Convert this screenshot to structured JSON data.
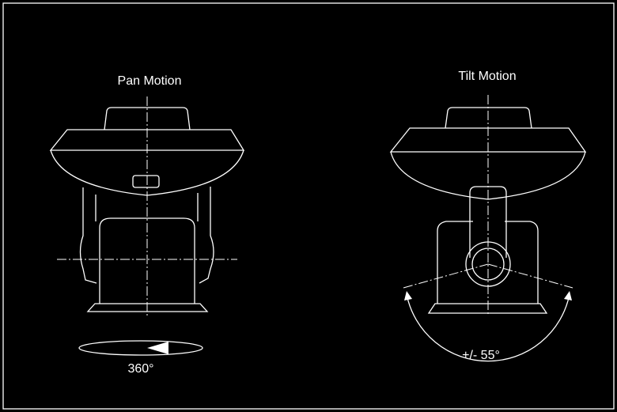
{
  "diagram": {
    "pan": {
      "title": "Pan Motion",
      "range_label": "360°"
    },
    "tilt": {
      "title": "Tilt Motion",
      "range_label": "+/- 55°"
    }
  },
  "colors": {
    "background": "#000000",
    "stroke": "#ffffff"
  }
}
